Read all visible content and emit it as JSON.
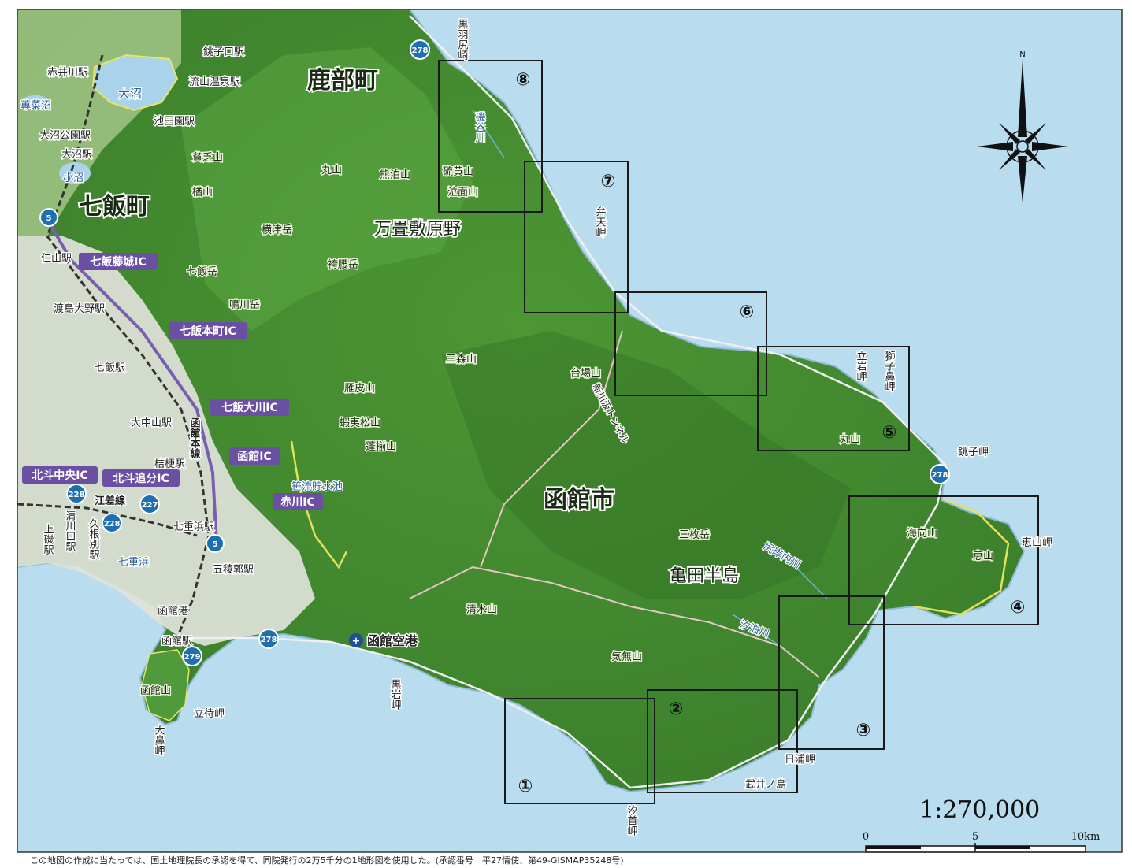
{
  "municipalities": [
    "鹿部町",
    "七飯町",
    "函館市"
  ],
  "peninsula": "亀田半島",
  "plain": "万畳敷原野",
  "airport": "函館空港",
  "stations": [
    "銚子口駅",
    "赤井川駅",
    "流山温泉駅",
    "池田園駅",
    "大沼公園駅",
    "大沼駅",
    "仁山駅",
    "渡島大野駅",
    "七飯駅",
    "大中山駅",
    "桔梗駅",
    "七重浜駅",
    "五稜郭駅",
    "函館駅",
    "上磯駅",
    "清川口駅",
    "久根別駅"
  ],
  "lakes": [
    "大沼",
    "小沼",
    "蓴菜沼"
  ],
  "railways": [
    "函館本線",
    "江差線"
  ],
  "interchanges": [
    "七飯藤城IC",
    "七飯本町IC",
    "七飯大川IC",
    "函館IC",
    "赤川IC",
    "北斗中央IC",
    "北斗追分IC"
  ],
  "peaks": [
    "硫黄山",
    "泣面山",
    "丸山",
    "熊泊山",
    "貧乏山",
    "楢山",
    "横津岳",
    "袴腰岳",
    "七飯岳",
    "鳴川岳",
    "三森山",
    "台場山",
    "雁皮山",
    "蝦夷松山",
    "蓬揃山",
    "三枚岳",
    "海向山",
    "恵山",
    "清水山",
    "丸山",
    "気無山",
    "函館山"
  ],
  "capes": [
    "黒羽尻崎",
    "弁天岬",
    "立岩岬",
    "獅子鼻岬",
    "銚子岬",
    "恵山岬",
    "日浦岬",
    "汐首岬",
    "黒岩岬",
    "立待岬",
    "大鼻岬"
  ],
  "islands": [
    "武井ノ島"
  ],
  "water": [
    "磯谷川",
    "尻岸内川",
    "汐泊川",
    "笹流貯水池",
    "函館港",
    "七重浜"
  ],
  "tunnel": "新川汲トンネル",
  "routes": [
    "278",
    "5",
    "227",
    "228",
    "279"
  ],
  "sheets": [
    "①",
    "②",
    "③",
    "④",
    "⑤",
    "⑥",
    "⑦",
    "⑧"
  ],
  "compass_label": "N",
  "scale": {
    "ratio": "1:270,000",
    "ticks": [
      "0",
      "5",
      "10km"
    ]
  },
  "credit": "この地図の作成に当たっては、国土地理院長の承認を得て、同院発行の2万5千分の1地形図を使用した。(承認番号　平27情使、第49-GISMAP35248号)",
  "colors": {
    "sea": "#b9dcee",
    "land": "#4f9a3a",
    "urban": "#e3e6df",
    "sheet_frame": "#1a1a1a",
    "ic_badge": "#6b4fa3",
    "route_shield": "#1e6fb0"
  }
}
